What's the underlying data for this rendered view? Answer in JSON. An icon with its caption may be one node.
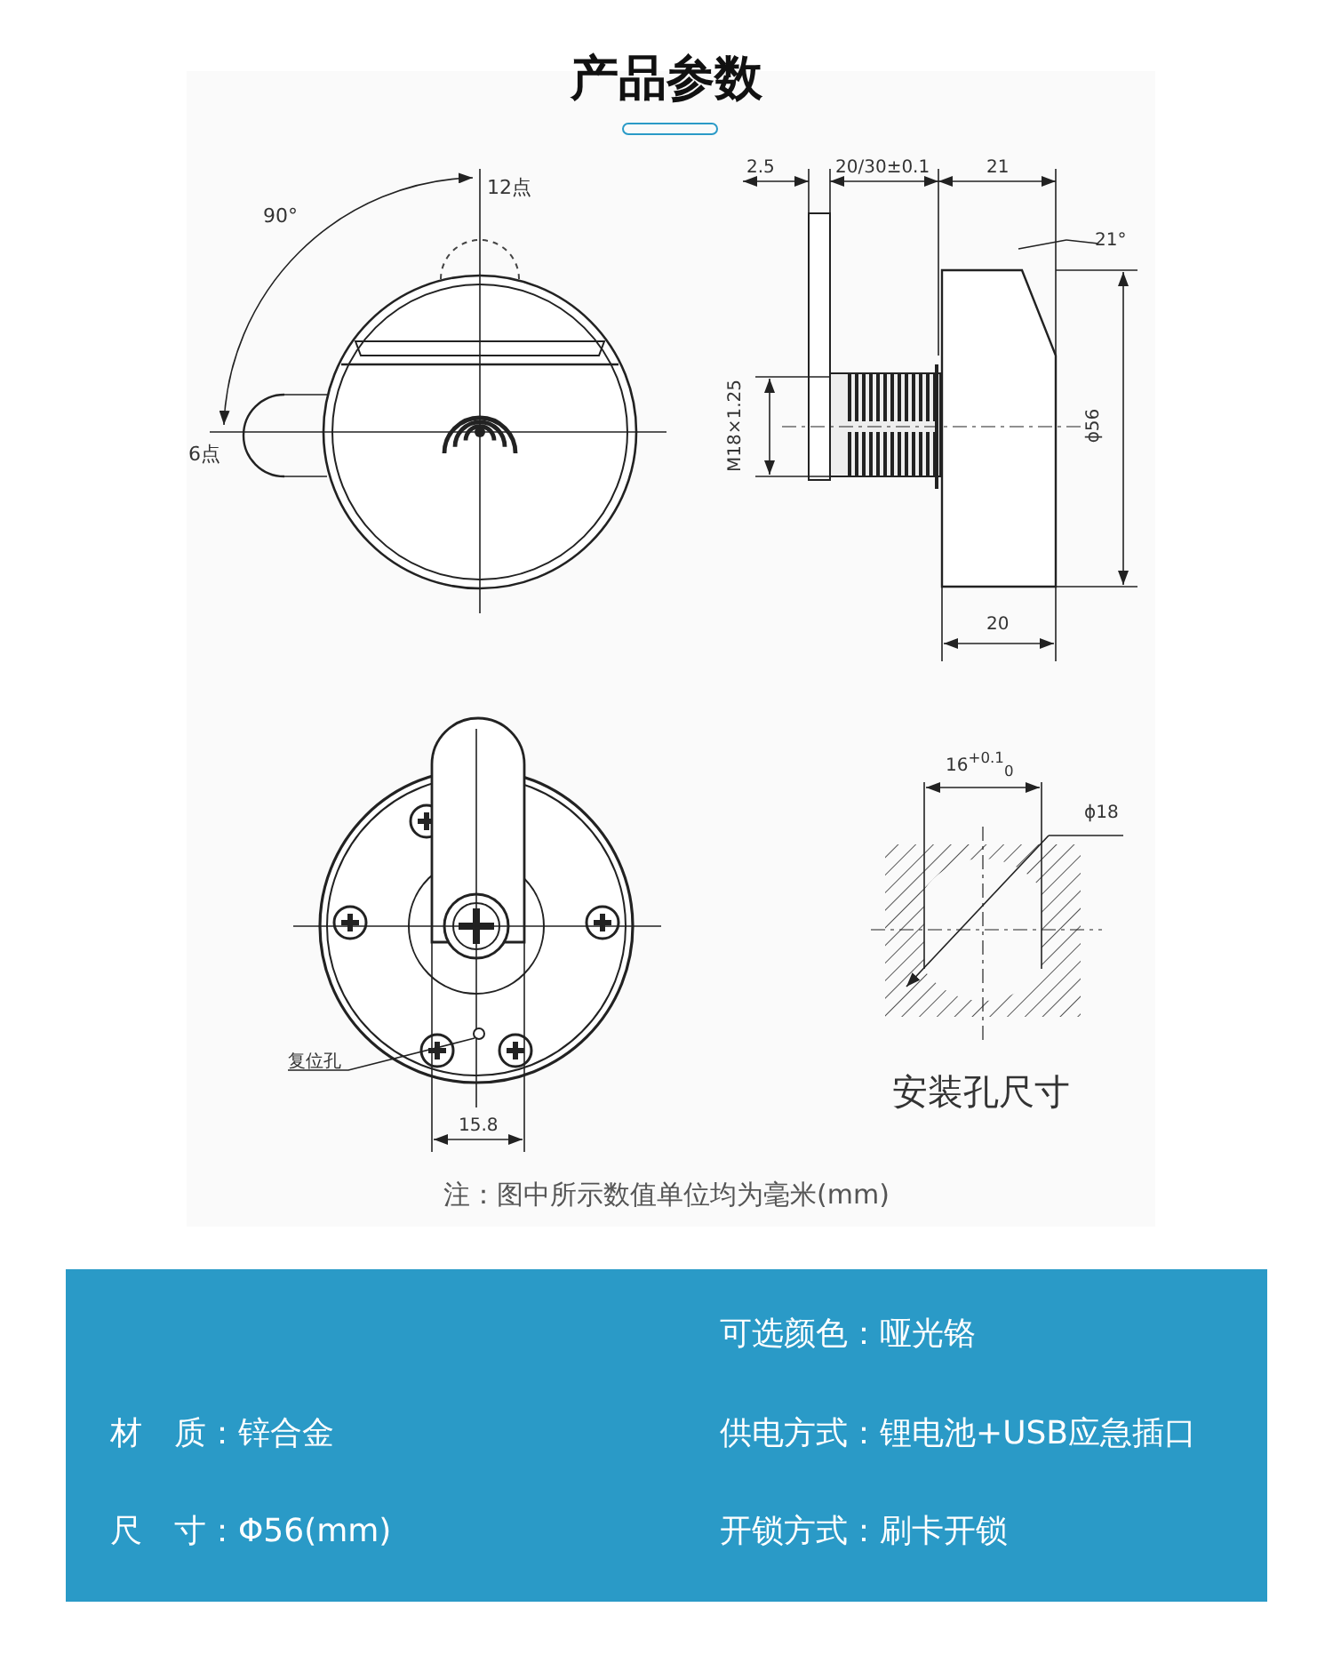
{
  "diagram": {
    "title": "产品参数",
    "nodes": [
      {
        "text": [
          "复位孔"
        ]
      },
      {
        "text": [],
        "shape": "circle"
      }
    ],
    "edges": [
      {
        "from": 0,
        "to": 1,
        "arrow": "none"
      }
    ],
    "labels": [
      "12点",
      "90°",
      "6点",
      "2.5",
      "20/30±0.1",
      "21",
      "21°",
      "M18×1.25",
      "ϕ56",
      "20",
      "16$^{+0.1}$$_{0}$",
      "ϕ18",
      "15.8",
      "安装孔尺寸",
      "注：图中所示数值单位均为毫米(mm)",
      "可选颜色：哑光铬",
      "材　质：锌合金",
      "供电方式：锂电池+USB应急插口",
      "尺　寸：Φ56(mm)",
      "开锁方式：刷卡开锁"
    ]
  }
}
